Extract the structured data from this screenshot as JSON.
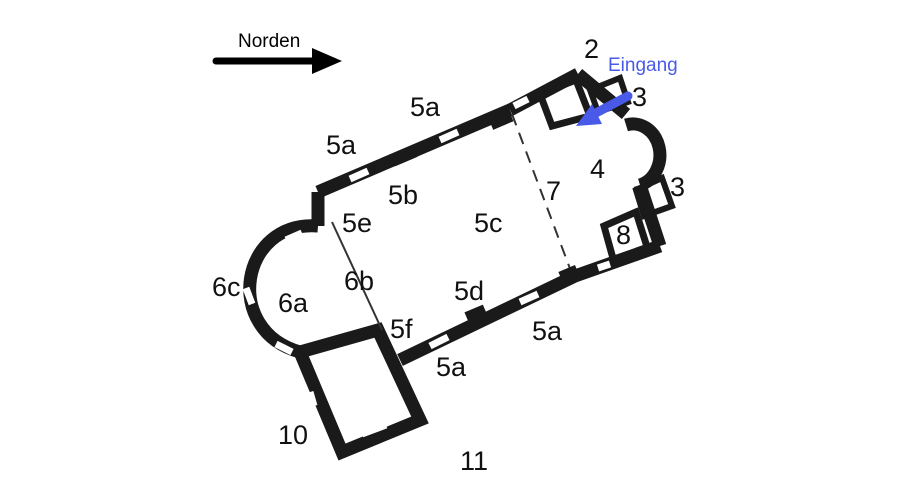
{
  "compass": {
    "label": "Norden"
  },
  "entrance": {
    "label": "Eingang",
    "color": "#4a5ae8"
  },
  "colors": {
    "wall": "#1a1a1a",
    "window": "#ffffff",
    "background": "#ffffff"
  },
  "labels": {
    "l2": "2",
    "l3a": "3",
    "l3b": "3",
    "l4": "4",
    "l5a_top": "5a",
    "l5a_left": "5a",
    "l5a_right": "5a",
    "l5a_bottom": "5a",
    "l5b": "5b",
    "l5c": "5c",
    "l5d": "5d",
    "l5e": "5e",
    "l5f": "5f",
    "l6a": "6a",
    "l6b": "6b",
    "l6c": "6c",
    "l7": "7",
    "l8": "8",
    "l10": "10",
    "l11": "11"
  }
}
